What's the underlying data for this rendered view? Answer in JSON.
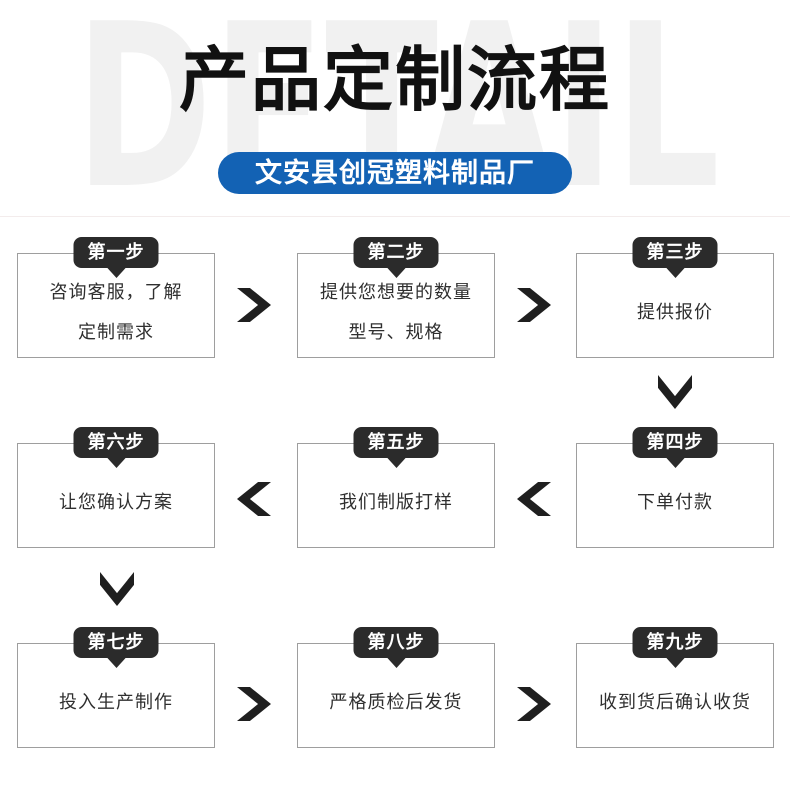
{
  "watermark": "DETAIL",
  "title": "产品定制流程",
  "banner": {
    "text": "文安县创冠塑料制品厂",
    "bg_color": "#1362b4"
  },
  "colors": {
    "tag_bg": "#2b2b2b",
    "box_border": "#9e9e9e",
    "arrow": "#1f1f1f",
    "watermark": "#f1f1f1",
    "title_text": "#111111"
  },
  "steps": [
    {
      "tag": "第一步",
      "text": "咨询客服，了解\n定制需求"
    },
    {
      "tag": "第二步",
      "text": "提供您想要的数量\n型号、规格"
    },
    {
      "tag": "第三步",
      "text": "提供报价"
    },
    {
      "tag": "第四步",
      "text": "下单付款"
    },
    {
      "tag": "第五步",
      "text": "我们制版打样"
    },
    {
      "tag": "第六步",
      "text": "让您确认方案"
    },
    {
      "tag": "第七步",
      "text": "投入生产制作"
    },
    {
      "tag": "第八步",
      "text": "严格质检后发货"
    },
    {
      "tag": "第九步",
      "text": "收到货后确认收货"
    }
  ]
}
